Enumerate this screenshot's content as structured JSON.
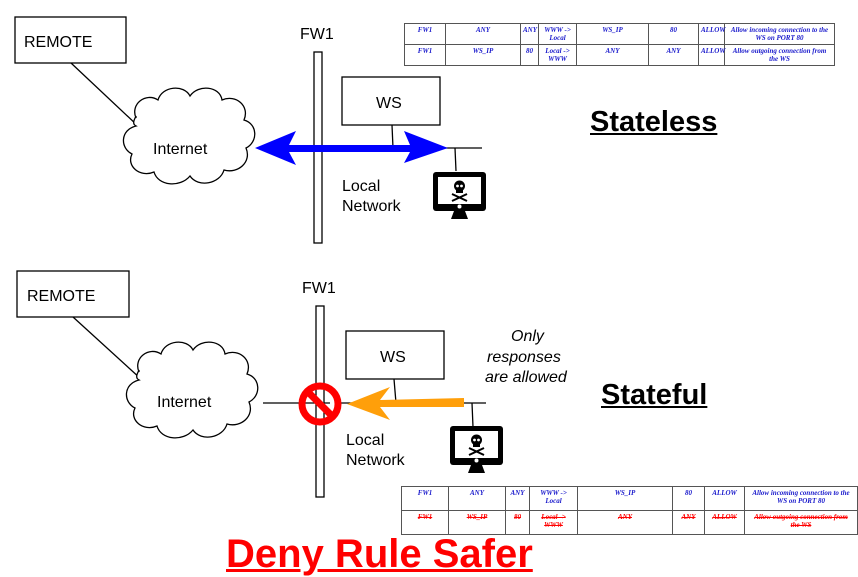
{
  "colors": {
    "allowed_flow_arrow": "#0000ff",
    "blocked_flow_arrow": "#ff9f0a",
    "block_symbol": "#ff0000",
    "rule_text": "#1a1acc",
    "removed_rule_text": "#ff0000",
    "deny_title": "#ff0000"
  },
  "stateless": {
    "title": "Stateless",
    "remote_label": "REMOTE",
    "internet_label": "Internet",
    "firewall_label": "FW1",
    "server_label": "WS",
    "local_network_label_line1": "Local",
    "local_network_label_line2": "Network",
    "flow": "bidirectional-allowed",
    "rules": [
      {
        "firewall": "FW1",
        "source": "ANY",
        "source_port": "ANY",
        "direction": "WWW -> Local",
        "destination": "WS_IP",
        "destination_port": "80",
        "action": "ALLOW",
        "description": "Allow incoming connection to the WS on PORT 80",
        "struck": false
      },
      {
        "firewall": "FW1",
        "source": "WS_IP",
        "source_port": "80",
        "direction": "Local -> WWW",
        "destination": "ANY",
        "destination_port": "ANY",
        "action": "ALLOW",
        "description": "Allow outgoing connection from the WS",
        "struck": false
      }
    ]
  },
  "stateful": {
    "title": "Stateful",
    "remote_label": "REMOTE",
    "internet_label": "Internet",
    "firewall_label": "FW1",
    "server_label": "WS",
    "local_network_label_line1": "Local",
    "local_network_label_line2": "Network",
    "note_line1": "Only",
    "note_line2": "responses",
    "note_line3": "are allowed",
    "flow": "outbound-blocked",
    "rules": [
      {
        "firewall": "FW1",
        "source": "ANY",
        "source_port": "ANY",
        "direction": "WWW -> Local",
        "destination": "WS_IP",
        "destination_port": "80",
        "action": "ALLOW",
        "description": "Allow incoming connection to the WS on PORT 80",
        "struck": false
      },
      {
        "firewall": "FW1",
        "source": "WS_IP",
        "source_port": "80",
        "direction": "Local -> WWW",
        "destination": "ANY",
        "destination_port": "ANY",
        "action": "ALLOW",
        "description": "Allow outgoing connection from the WS",
        "struck": true
      }
    ]
  },
  "footer": {
    "title": "Deny Rule Safer"
  }
}
